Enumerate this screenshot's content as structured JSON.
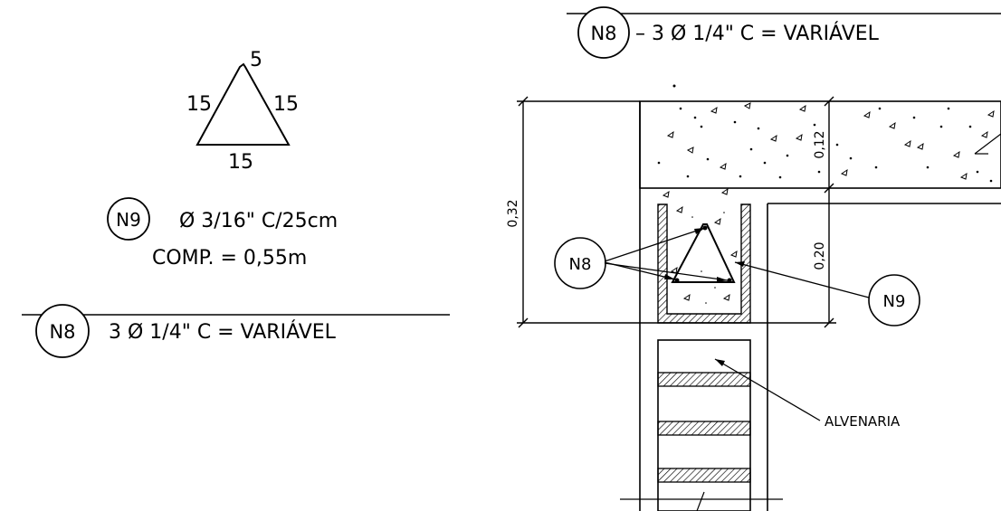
{
  "stirrup": {
    "side_left": "15",
    "side_right": "15",
    "base": "15",
    "hook": "5"
  },
  "n9_callout": {
    "tag": "N9",
    "spec": "Ø 3/16\" C/25cm",
    "length": "COMP. = 0,55m"
  },
  "n8_callout_left": {
    "tag": "N8",
    "spec": "3 Ø 1/4\" C = VARIÁVEL"
  },
  "n8_callout_top": {
    "tag": "N8",
    "spec": "–  3 Ø 1/4\" C = VARIÁVEL"
  },
  "section": {
    "dim_total": "0,32",
    "dim_slab": "0,12",
    "dim_beam": "0,20",
    "tag_n8": "N8",
    "tag_n9": "N9",
    "masonry_label": "ALVENARIA"
  }
}
